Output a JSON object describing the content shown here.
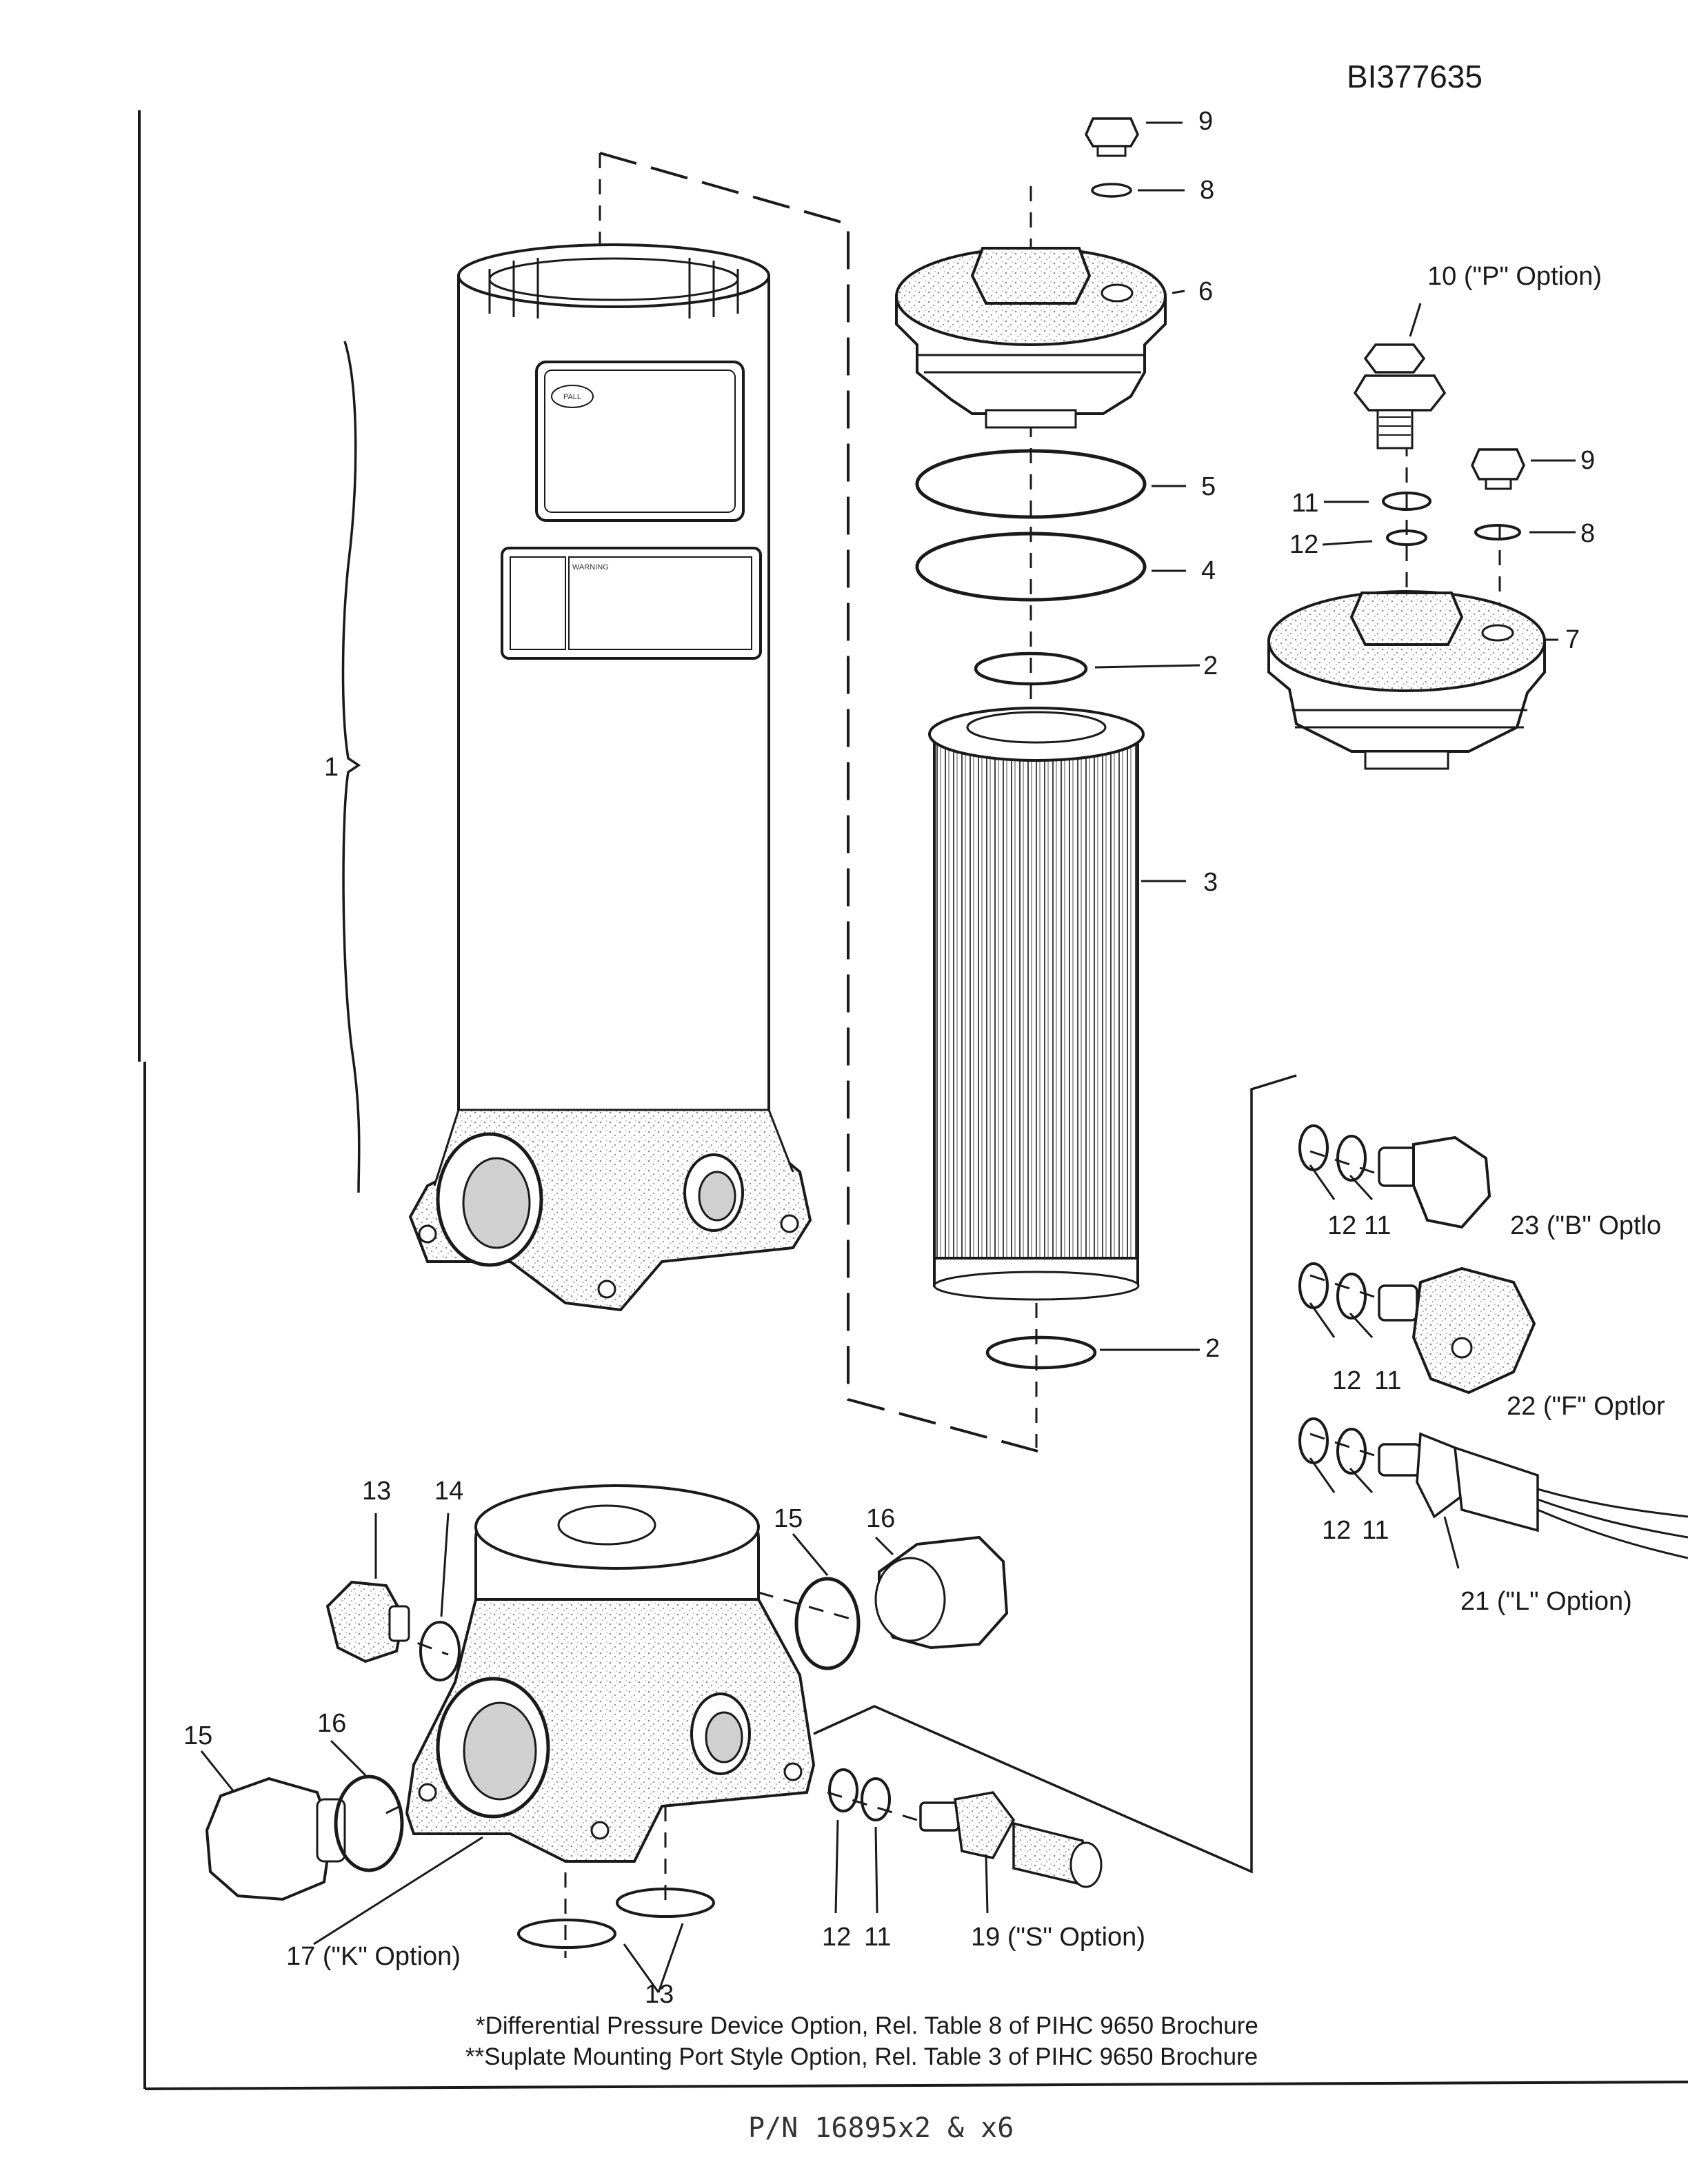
{
  "document_id": "BI377635",
  "part_number": "P/N 16895x2 & x6",
  "decals": {
    "logo": "PALL",
    "warning": "WARNING"
  },
  "callouts": {
    "n9a": "9",
    "n8a": "8",
    "n6": "6",
    "n10": "10 (\"P\" Option)",
    "n5": "5",
    "n4": "4",
    "n2a": "2",
    "n11a": "11",
    "n12a": "12",
    "n9b": "9",
    "n8b": "8",
    "n7": "7",
    "n1": "1",
    "n3": "3",
    "n2b": "2",
    "n12b": "12",
    "n11b": "11",
    "n23": "23 (\"B\" Optlo",
    "n12c": "12",
    "n11c": "11",
    "n22": "22 (\"F\" Optlor",
    "n12d": "12",
    "n11d": "11",
    "n21": "21 (\"L\" Option)",
    "n13a": "13",
    "n14": "14",
    "n15a": "15",
    "n16a": "16",
    "n15b": "15",
    "n16b": "16",
    "n12e": "12",
    "n11e": "11",
    "n19": "19 (\"S\" Option)",
    "n17": "17 (\"K\" Option)",
    "n13b": "13"
  },
  "footnotes": {
    "note1": "*Differential Pressure Device Option, Rel. Table 8 of PIHC 9650 Brochure",
    "note2": "**Suplate Mounting Port Style Option, Rel. Table 3 of PIHC 9650 Brochure"
  },
  "colors": {
    "ink": "#1a1a1a",
    "stipple": "#9a9a9a",
    "paper": "#ffffff"
  }
}
